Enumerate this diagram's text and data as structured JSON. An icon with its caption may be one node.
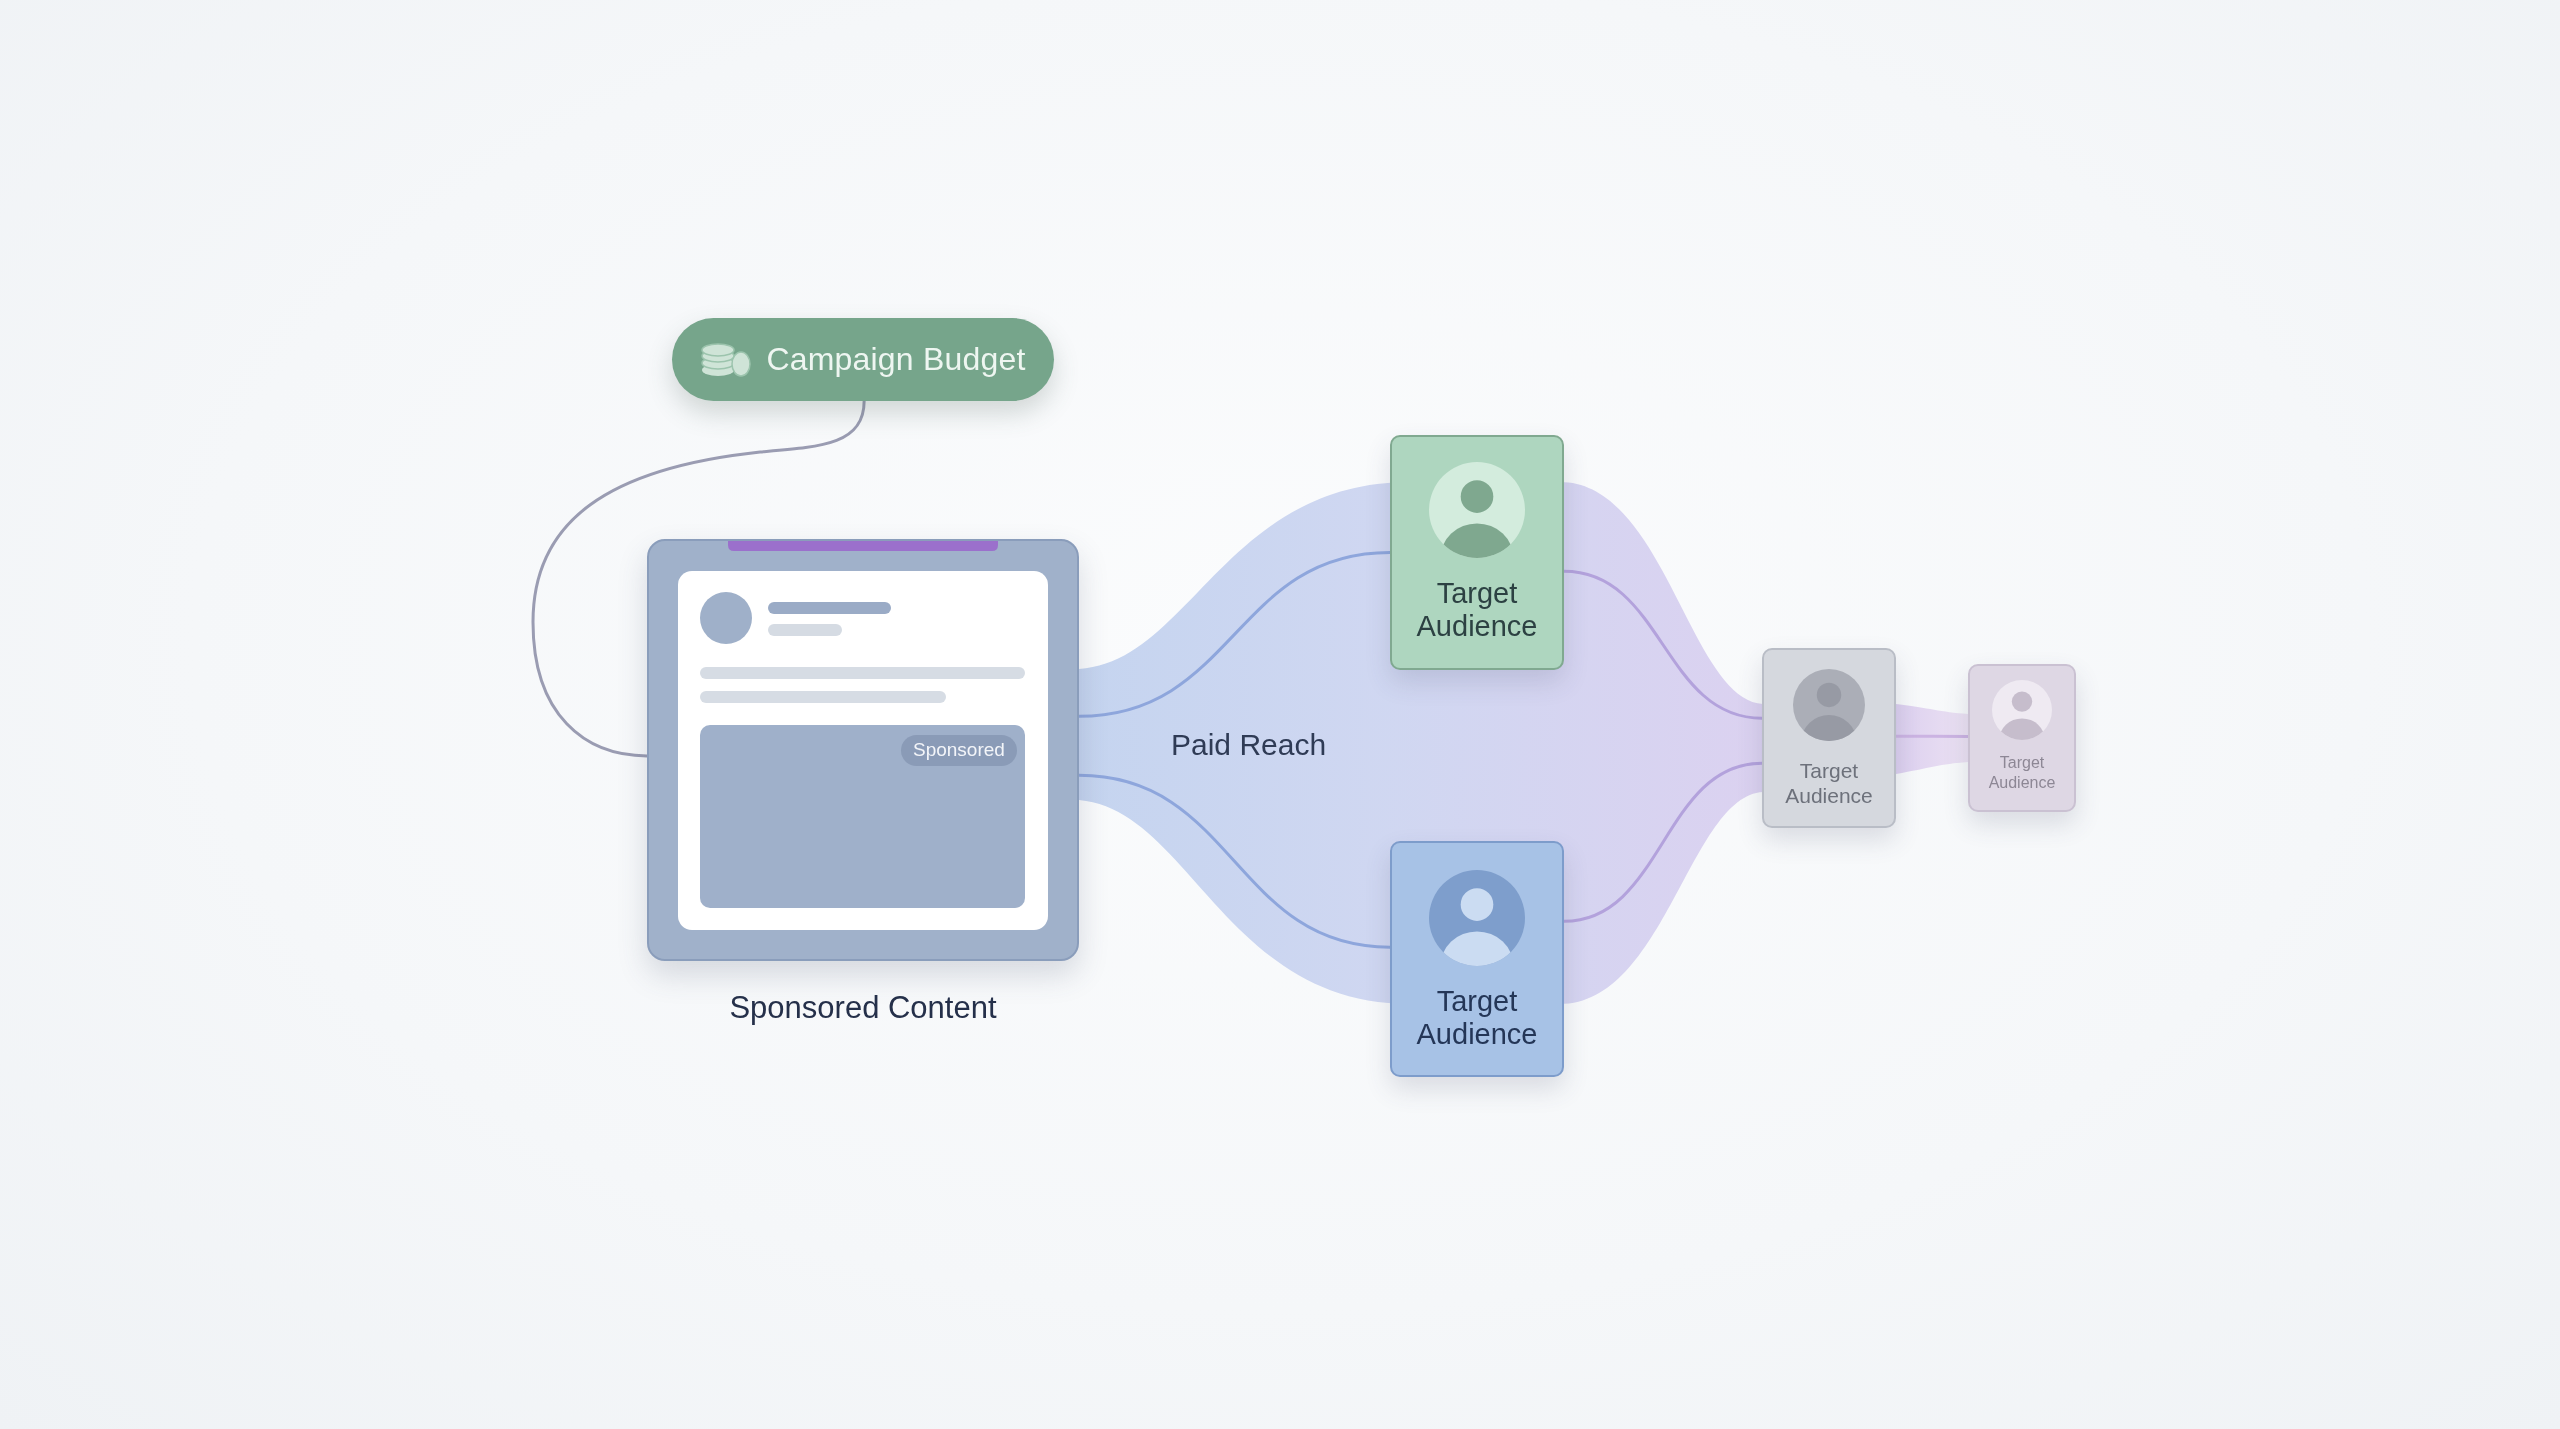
{
  "diagram": {
    "nodes": [
      {
        "text": [
          "Campaign Budget"
        ]
      },
      {
        "text": [
          "Sponsored"
        ],
        "beside": [
          "Sponsored Content"
        ]
      },
      {
        "text": [
          "Target Audience"
        ]
      },
      {
        "text": [
          "Target Audience"
        ]
      },
      {
        "text": [
          "Target Audience"
        ]
      },
      {
        "text": [
          "Target Audience"
        ]
      }
    ],
    "edges": [
      {
        "from": 0,
        "to": 1,
        "arrow": "none",
        "color": "#9a9cb2"
      },
      {
        "from": 1,
        "to": 2,
        "arrow": "none",
        "color": "#8ea6dc"
      },
      {
        "from": 1,
        "to": 3,
        "arrow": "none",
        "color": "#8ea6dc"
      },
      {
        "from": 2,
        "to": 4,
        "arrow": "none",
        "color": "#b3a2dc"
      },
      {
        "from": 3,
        "to": 4,
        "arrow": "none",
        "color": "#b3a2dc"
      },
      {
        "from": 4,
        "to": 5,
        "arrow": "none",
        "color": "#cbb3e2"
      }
    ],
    "labels": [
      "Paid Reach"
    ]
  }
}
